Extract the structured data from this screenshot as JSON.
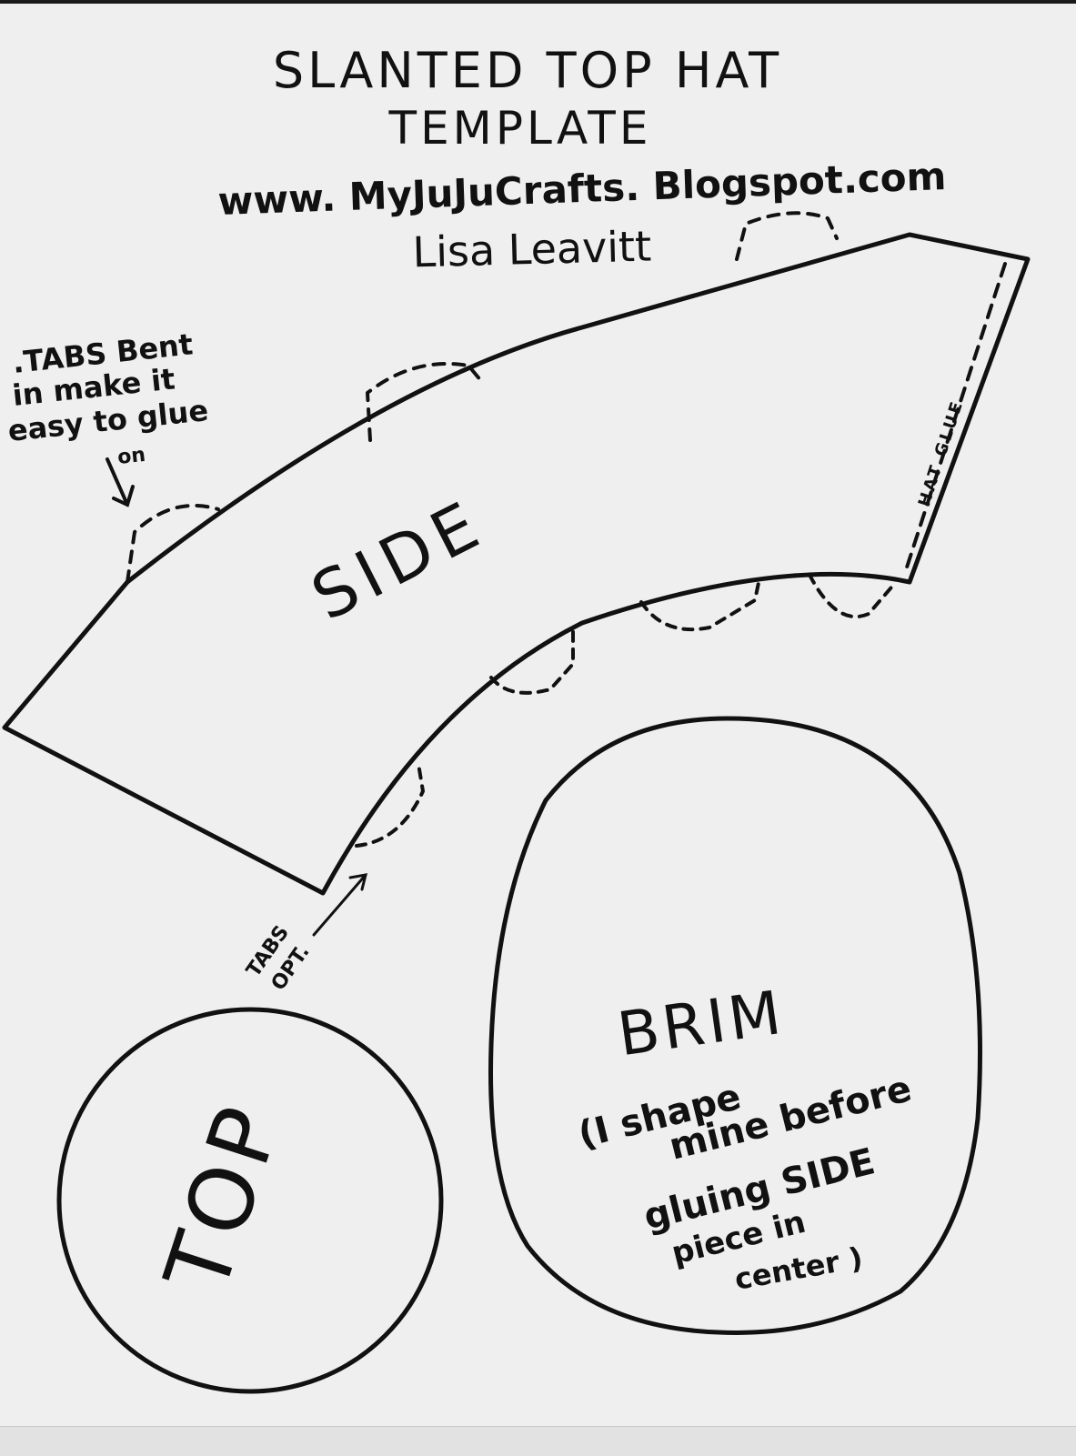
{
  "header": {
    "title_line1": "SLANTED TOP HAT",
    "title_line2": "TEMPLATE",
    "website": "www. MyJuJuCrafts. Blogspot.com",
    "author": "Lisa Leavitt"
  },
  "notes": {
    "tabs_bent_line1": ".TABS Bent",
    "tabs_bent_line2": "in make it",
    "tabs_bent_line3": "easy to glue",
    "tabs_bent_line4": "on",
    "tabs_opt_line1": "TABS",
    "tabs_opt_line2": "OPT."
  },
  "pieces": {
    "side": {
      "label": "SIDE",
      "glue_label": "HAT GLUE"
    },
    "brim": {
      "label": "BRIM",
      "note_line1": "(I shape",
      "note_line2": "mine before",
      "note_line3": "gluing SIDE",
      "note_line4": "piece in",
      "note_line5": "center )"
    },
    "top": {
      "label": "TOP"
    }
  },
  "colors": {
    "ink": "#111111",
    "paper": "#efefef"
  }
}
